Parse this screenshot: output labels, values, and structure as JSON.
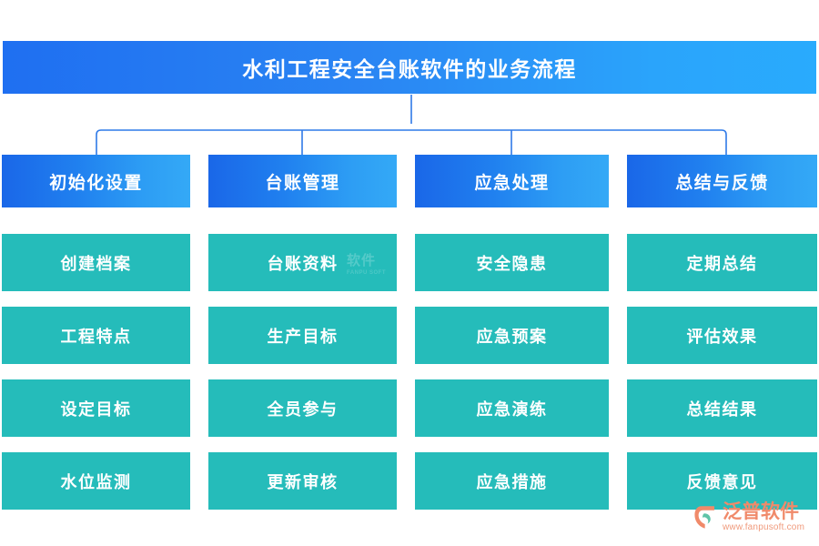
{
  "diagram": {
    "title": "水利工程安全台账软件的业务流程",
    "colors": {
      "title_gradient_start": "#1f6ff1",
      "title_gradient_end": "#29abfd",
      "category_gradient_start": "#1a67e8",
      "category_gradient_end": "#34a9f6",
      "item_fill": "#25bcba",
      "connector_line": "#2f7ae8",
      "brand_accent": "#f08a6a",
      "background": "#ffffff"
    },
    "columns": [
      {
        "category": "初始化设置",
        "items": [
          "创建档案",
          "工程特点",
          "设定目标",
          "水位监测"
        ]
      },
      {
        "category": "台账管理",
        "items": [
          "台账资料",
          "生产目标",
          "全员参与",
          "更新审核"
        ]
      },
      {
        "category": "应急处理",
        "items": [
          "安全隐患",
          "应急预案",
          "应急演练",
          "应急措施"
        ]
      },
      {
        "category": "总结与反馈",
        "items": [
          "定期总结",
          "评估效果",
          "总结结果",
          "反馈意见"
        ]
      }
    ]
  },
  "watermark": {
    "text": "软件",
    "subtext": "FANPU SOFT"
  },
  "brand": {
    "name": "泛普软件",
    "url": "www.fanpusoft.com",
    "mark_icon": "fanpu-swoosh-logo-icon"
  }
}
